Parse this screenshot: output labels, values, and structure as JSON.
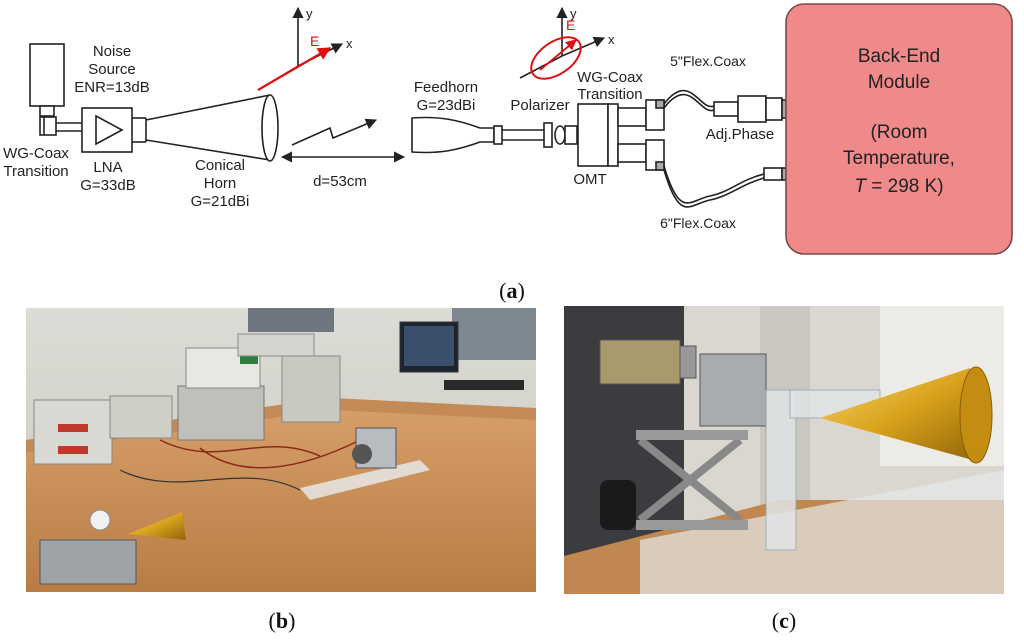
{
  "colors": {
    "back_end_fill": "#f08a8a",
    "back_end_stroke": "#7a4a4a",
    "e_field": "#e01010",
    "line": "#222222"
  },
  "labels": {
    "noise_source": [
      "Noise",
      "Source",
      "ENR=13dB"
    ],
    "wg_coax_left": [
      "WG-Coax",
      "Transition"
    ],
    "lna": [
      "LNA",
      "G=33dB"
    ],
    "conical_horn": [
      "Conical",
      "Horn",
      "G=21dBi"
    ],
    "distance": "d=53cm",
    "feedhorn": [
      "Feedhorn",
      "G=23dBi"
    ],
    "polarizer": "Polarizer",
    "wg_coax_right": [
      "WG-Coax",
      "Transition"
    ],
    "omt": "OMT",
    "coax_5": "5\"Flex.Coax",
    "coax_6": "6\"Flex.Coax",
    "adj_phase": "Adj.Phase",
    "back_end": {
      "line1": "Back-End",
      "line2": "Module",
      "line3": "(Room",
      "line4": "Temperature,",
      "line5_italic": "T",
      "line5_rest": " = 298 K)"
    },
    "axis_y": "y",
    "axis_x": "x",
    "e_field": "E"
  },
  "panels": {
    "a": "a",
    "b": "b",
    "c": "c",
    "open": "(",
    "close": ")"
  },
  "photo_b": {
    "icons": [
      "lab-bench-photo"
    ]
  },
  "photo_c": {
    "icons": [
      "horn-antenna-photo"
    ]
  }
}
